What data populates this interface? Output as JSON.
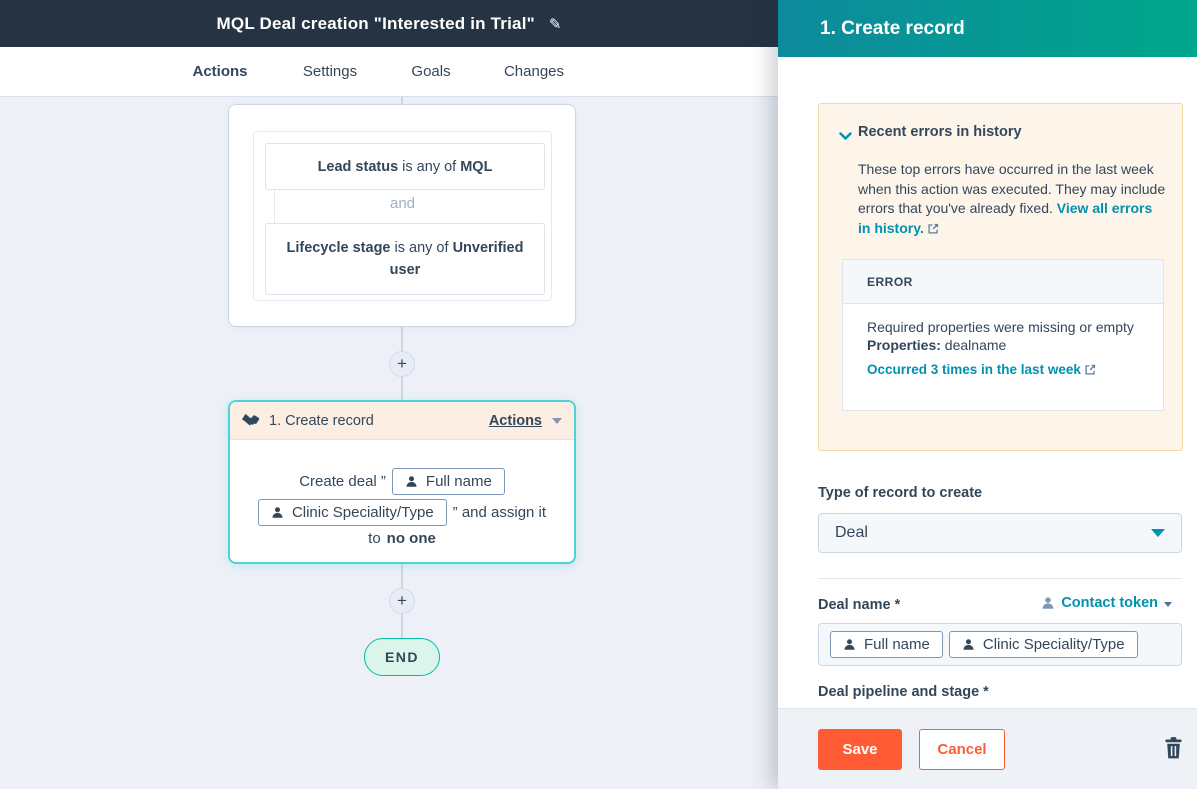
{
  "colors": {
    "header_bg": "#253342",
    "panel_gradient_start": "#0d8a9c",
    "panel_gradient_end": "#00a78c",
    "accent_orange": "#ff5c35",
    "link_teal": "#0091ae",
    "selected_card_border": "#4ed2da",
    "end_node_border": "#00bda5",
    "warning_bg": "#fdf5ea"
  },
  "topbar": {
    "title": "MQL Deal creation \"Interested in Trial\"",
    "edit_icon": "pencil-icon"
  },
  "tabs": [
    {
      "label": "Actions",
      "active": true
    },
    {
      "label": "Settings",
      "active": false
    },
    {
      "label": "Goals",
      "active": false
    },
    {
      "label": "Changes",
      "active": false
    }
  ],
  "canvas": {
    "trigger_card": {
      "condition1": {
        "property": "Lead status",
        "operator": " is any of ",
        "value": "MQL"
      },
      "conjunction": "and",
      "condition2": {
        "property": "Lifecycle stage",
        "operator": " is any of ",
        "value": "Unverified user"
      }
    },
    "plus_button": "+",
    "action_card": {
      "icon": "handshake-icon",
      "title": "1. Create record",
      "menu_label": "Actions",
      "body": {
        "prefix": "Create deal ”",
        "token1": "Full name",
        "token2": "Clinic Speciality/Type",
        "suffix": "” and assign it",
        "to_text": "to",
        "assignee": "no one"
      }
    },
    "end_label": "END"
  },
  "panel": {
    "title": "1. Create record",
    "errors_section": {
      "title": "Recent errors in history",
      "description": "These top errors have occurred in the last week when this action was executed. They may include errors that you've already fixed.",
      "link": "View all errors in history.",
      "table": {
        "header": "ERROR",
        "row": {
          "message": "Required properties were missing or empty",
          "properties_label": "Properties:",
          "properties_value": " dealname",
          "occurrence_link": "Occurred 3 times in the last week"
        }
      }
    },
    "type_field": {
      "label": "Type of record to create",
      "value": "Deal"
    },
    "deal_name_field": {
      "label": "Deal name *",
      "contact_token_label": "Contact token",
      "tokens": [
        {
          "label": "Full name"
        },
        {
          "label": "Clinic Speciality/Type"
        }
      ]
    },
    "pipeline_field": {
      "label": "Deal pipeline and stage *"
    },
    "footer": {
      "save_label": "Save",
      "cancel_label": "Cancel",
      "delete_icon": "trash-icon"
    }
  }
}
